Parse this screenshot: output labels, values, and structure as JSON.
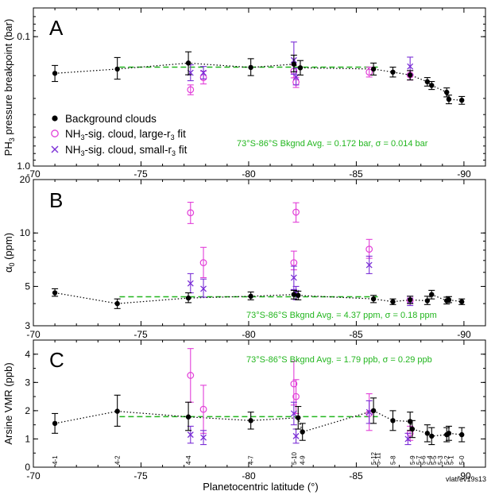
{
  "colors": {
    "background": "#000000",
    "nh3_large": "#e23fd8",
    "nh3_small": "#7b2fd6",
    "average": "#22b61e"
  },
  "legend": {
    "background": "Background clouds",
    "large_pre": "NH",
    "large_sub": "3",
    "large_post": "-sig. cloud, large-r",
    "large_sub2": "3",
    "large_end": " fit",
    "small_pre": "NH",
    "small_sub": "3",
    "small_post": "-sig. cloud, small-r",
    "small_sub2": "3",
    "small_end": " fit"
  },
  "xaxis": {
    "label": "Planetocentric latitude (°)",
    "tick_labels": [
      "-70",
      "-75",
      "-80",
      "-85",
      "-90"
    ]
  },
  "credit": "vlatrev19s13",
  "chart_data": [
    {
      "type": "scatter",
      "panel": "A",
      "ylabel_pre": "PH",
      "ylabel_sub": "3",
      "ylabel_post": " pressure breakpoint (bar)",
      "yscale": "log",
      "y_inverted": true,
      "xlim": [
        -70,
        -91
      ],
      "ylim": [
        0.06,
        1.0
      ],
      "y_tick_labels": [
        "0.1",
        "1.0"
      ],
      "stat_text": "73°S-86°S Bkgnd Avg. = 0.172 bar, σ = 0.014 bar",
      "average": {
        "value": 0.172,
        "x_range": [
          -74,
          -86
        ]
      },
      "series": [
        {
          "role": "background",
          "points": [
            {
              "x": -71.0,
              "y": 0.192,
              "lo": 0.167,
              "hi": 0.222
            },
            {
              "x": -73.9,
              "y": 0.178,
              "lo": 0.145,
              "hi": 0.213
            },
            {
              "x": -77.2,
              "y": 0.16,
              "lo": 0.131,
              "hi": 0.197
            },
            {
              "x": -80.1,
              "y": 0.173,
              "lo": 0.148,
              "hi": 0.2
            },
            {
              "x": -82.1,
              "y": 0.163,
              "lo": 0.139,
              "hi": 0.187
            },
            {
              "x": -82.4,
              "y": 0.174,
              "lo": 0.153,
              "hi": 0.198
            },
            {
              "x": -85.8,
              "y": 0.178,
              "lo": 0.16,
              "hi": 0.198
            },
            {
              "x": -86.7,
              "y": 0.188,
              "lo": 0.172,
              "hi": 0.205
            },
            {
              "x": -87.5,
              "y": 0.198,
              "lo": 0.183,
              "hi": 0.216
            },
            {
              "x": -88.3,
              "y": 0.223,
              "lo": 0.207,
              "hi": 0.241
            },
            {
              "x": -88.5,
              "y": 0.238,
              "lo": 0.222,
              "hi": 0.256
            },
            {
              "x": -89.2,
              "y": 0.269,
              "lo": 0.249,
              "hi": 0.292
            },
            {
              "x": -89.3,
              "y": 0.305,
              "lo": 0.283,
              "hi": 0.33
            },
            {
              "x": -89.9,
              "y": 0.31,
              "lo": 0.29,
              "hi": 0.333
            }
          ]
        },
        {
          "role": "large",
          "points": [
            {
              "x": -77.3,
              "y": 0.257,
              "lo": 0.236,
              "hi": 0.281
            },
            {
              "x": -77.9,
              "y": 0.207,
              "lo": 0.185,
              "hi": 0.232
            },
            {
              "x": -82.2,
              "y": 0.225,
              "lo": 0.206,
              "hi": 0.247
            },
            {
              "x": -82.1,
              "y": 0.185,
              "lo": 0.165,
              "hi": 0.208
            },
            {
              "x": -85.6,
              "y": 0.188,
              "lo": 0.172,
              "hi": 0.205
            },
            {
              "x": -87.5,
              "y": 0.198,
              "lo": 0.183,
              "hi": 0.216
            }
          ]
        },
        {
          "role": "small",
          "points": [
            {
              "x": -77.3,
              "y": 0.19,
              "lo": 0.165,
              "hi": 0.219
            },
            {
              "x": -77.9,
              "y": 0.19,
              "lo": 0.17,
              "hi": 0.212
            },
            {
              "x": -82.1,
              "y": 0.152,
              "lo": 0.11,
              "hi": 0.195
            },
            {
              "x": -82.2,
              "y": 0.205,
              "lo": 0.175,
              "hi": 0.236
            },
            {
              "x": -87.5,
              "y": 0.17,
              "lo": 0.144,
              "hi": 0.196
            }
          ]
        }
      ]
    },
    {
      "type": "scatter",
      "panel": "B",
      "ylabel_pre": "α",
      "ylabel_sub": "0",
      "ylabel_post": " (ppm)",
      "yscale": "log",
      "xlim": [
        -70,
        -91
      ],
      "ylim": [
        3,
        20
      ],
      "y_tick_labels": [
        "3",
        "5",
        "10",
        "20"
      ],
      "stat_text": "73°S-86°S Bkgnd Avg. = 4.37 ppm, σ = 0.18 ppm",
      "average": {
        "value": 4.37,
        "x_range": [
          -74,
          -86
        ]
      },
      "series": [
        {
          "role": "background",
          "points": [
            {
              "x": -71.0,
              "y": 4.6,
              "lo": 4.4,
              "hi": 4.85
            },
            {
              "x": -73.9,
              "y": 4.0,
              "lo": 3.75,
              "hi": 4.25
            },
            {
              "x": -77.2,
              "y": 4.3,
              "lo": 4.05,
              "hi": 4.6
            },
            {
              "x": -80.1,
              "y": 4.4,
              "lo": 4.2,
              "hi": 4.65
            },
            {
              "x": -82.1,
              "y": 4.5,
              "lo": 4.25,
              "hi": 4.75
            },
            {
              "x": -82.3,
              "y": 4.45,
              "lo": 4.2,
              "hi": 4.7
            },
            {
              "x": -85.8,
              "y": 4.25,
              "lo": 4.05,
              "hi": 4.45
            },
            {
              "x": -86.7,
              "y": 4.1,
              "lo": 3.95,
              "hi": 4.25
            },
            {
              "x": -87.5,
              "y": 4.2,
              "lo": 4.0,
              "hi": 4.4
            },
            {
              "x": -88.3,
              "y": 4.15,
              "lo": 3.95,
              "hi": 4.4
            },
            {
              "x": -88.5,
              "y": 4.5,
              "lo": 4.25,
              "hi": 4.75
            },
            {
              "x": -89.2,
              "y": 4.15,
              "lo": 3.98,
              "hi": 4.35
            },
            {
              "x": -89.3,
              "y": 4.2,
              "lo": 4.05,
              "hi": 4.38
            },
            {
              "x": -89.9,
              "y": 4.1,
              "lo": 3.95,
              "hi": 4.25
            }
          ]
        },
        {
          "role": "large",
          "points": [
            {
              "x": -77.3,
              "y": 13.0,
              "lo": 11.3,
              "hi": 14.9
            },
            {
              "x": -77.9,
              "y": 6.8,
              "lo": 5.6,
              "hi": 8.3
            },
            {
              "x": -82.1,
              "y": 6.8,
              "lo": 6.2,
              "hi": 7.9
            },
            {
              "x": -82.2,
              "y": 13.1,
              "lo": 11.5,
              "hi": 14.8
            },
            {
              "x": -85.6,
              "y": 8.1,
              "lo": 7.2,
              "hi": 9.2
            },
            {
              "x": -87.5,
              "y": 4.15,
              "lo": 4.0,
              "hi": 4.3
            }
          ]
        },
        {
          "role": "small",
          "points": [
            {
              "x": -77.3,
              "y": 5.2,
              "lo": 4.6,
              "hi": 5.9
            },
            {
              "x": -77.9,
              "y": 4.85,
              "lo": 4.35,
              "hi": 5.5
            },
            {
              "x": -82.1,
              "y": 5.6,
              "lo": 4.8,
              "hi": 6.5
            },
            {
              "x": -82.2,
              "y": 4.6,
              "lo": 4.2,
              "hi": 5.0
            },
            {
              "x": -85.6,
              "y": 6.6,
              "lo": 5.9,
              "hi": 7.4
            },
            {
              "x": -87.5,
              "y": 4.15,
              "lo": 3.9,
              "hi": 4.4
            }
          ]
        }
      ]
    },
    {
      "type": "scatter",
      "panel": "C",
      "ylabel": "Arsine VMR (ppb)",
      "yscale": "linear",
      "xlim": [
        -70,
        -91
      ],
      "ylim": [
        0,
        4.5
      ],
      "y_tick_labels": [
        "0",
        "1",
        "2",
        "3",
        "4"
      ],
      "stat_text": "73°S-86°S Bkgnd Avg. = 1.79 ppb, σ = 0.29 ppb",
      "average": {
        "value": 1.79,
        "x_range": [
          -74,
          -86
        ]
      },
      "zone_labels": [
        {
          "x": -71.0,
          "text": "4-1"
        },
        {
          "x": -73.9,
          "text": "4-2"
        },
        {
          "x": -77.2,
          "text": "4-4"
        },
        {
          "x": -80.1,
          "text": "4-7"
        },
        {
          "x": -82.1,
          "text": "5-10"
        },
        {
          "x": -82.5,
          "text": "4-9"
        },
        {
          "x": -85.8,
          "text": "5-12"
        },
        {
          "x": -86.0,
          "text": "5-11"
        },
        {
          "x": -86.7,
          "text": "5-8"
        },
        {
          "x": -87.6,
          "text": "5-9"
        },
        {
          "x": -87.9,
          "text": "5-7"
        },
        {
          "x": -88.1,
          "text": "5-6"
        },
        {
          "x": -88.4,
          "text": "5-4"
        },
        {
          "x": -88.6,
          "text": "5-5"
        },
        {
          "x": -88.9,
          "text": "5-3"
        },
        {
          "x": -89.2,
          "text": "5-2"
        },
        {
          "x": -89.4,
          "text": "5-1"
        },
        {
          "x": -89.9,
          "text": "5-0"
        }
      ],
      "series": [
        {
          "role": "background",
          "points": [
            {
              "x": -71.0,
              "y": 1.55,
              "lo": 1.2,
              "hi": 1.9
            },
            {
              "x": -73.9,
              "y": 1.98,
              "lo": 1.45,
              "hi": 2.55
            },
            {
              "x": -77.2,
              "y": 1.78,
              "lo": 1.3,
              "hi": 2.3
            },
            {
              "x": -80.1,
              "y": 1.65,
              "lo": 1.35,
              "hi": 1.95
            },
            {
              "x": -82.3,
              "y": 1.75,
              "lo": 1.35,
              "hi": 2.15
            },
            {
              "x": -82.5,
              "y": 1.25,
              "lo": 0.95,
              "hi": 1.55
            },
            {
              "x": -85.8,
              "y": 2.0,
              "lo": 1.55,
              "hi": 2.45
            },
            {
              "x": -86.7,
              "y": 1.65,
              "lo": 1.3,
              "hi": 2.0
            },
            {
              "x": -87.5,
              "y": 1.62,
              "lo": 1.3,
              "hi": 1.95
            },
            {
              "x": -87.6,
              "y": 1.35,
              "lo": 1.05,
              "hi": 1.65
            },
            {
              "x": -88.3,
              "y": 1.2,
              "lo": 0.9,
              "hi": 1.5
            },
            {
              "x": -88.5,
              "y": 1.1,
              "lo": 0.8,
              "hi": 1.4
            },
            {
              "x": -89.2,
              "y": 1.15,
              "lo": 0.9,
              "hi": 1.4
            },
            {
              "x": -89.3,
              "y": 1.2,
              "lo": 0.95,
              "hi": 1.45
            },
            {
              "x": -89.9,
              "y": 1.15,
              "lo": 0.9,
              "hi": 1.4
            }
          ]
        },
        {
          "role": "large",
          "points": [
            {
              "x": -77.3,
              "y": 3.25,
              "lo": 2.3,
              "hi": 4.2
            },
            {
              "x": -77.9,
              "y": 2.05,
              "lo": 1.2,
              "hi": 2.9
            },
            {
              "x": -82.1,
              "y": 2.95,
              "lo": 2.2,
              "hi": 3.75
            },
            {
              "x": -82.2,
              "y": 2.5,
              "lo": 1.9,
              "hi": 3.1
            },
            {
              "x": -85.6,
              "y": 1.9,
              "lo": 1.3,
              "hi": 2.6
            },
            {
              "x": -87.5,
              "y": 1.2,
              "lo": 0.95,
              "hi": 1.45
            }
          ]
        },
        {
          "role": "small",
          "points": [
            {
              "x": -77.3,
              "y": 1.15,
              "lo": 0.85,
              "hi": 1.45
            },
            {
              "x": -77.9,
              "y": 1.05,
              "lo": 0.8,
              "hi": 1.3
            },
            {
              "x": -82.1,
              "y": 1.9,
              "lo": 1.5,
              "hi": 2.3
            },
            {
              "x": -82.2,
              "y": 1.1,
              "lo": 0.85,
              "hi": 1.35
            },
            {
              "x": -85.6,
              "y": 1.95,
              "lo": 1.55,
              "hi": 2.35
            },
            {
              "x": -87.4,
              "y": 1.0,
              "lo": 0.8,
              "hi": 1.2
            }
          ]
        }
      ]
    }
  ]
}
